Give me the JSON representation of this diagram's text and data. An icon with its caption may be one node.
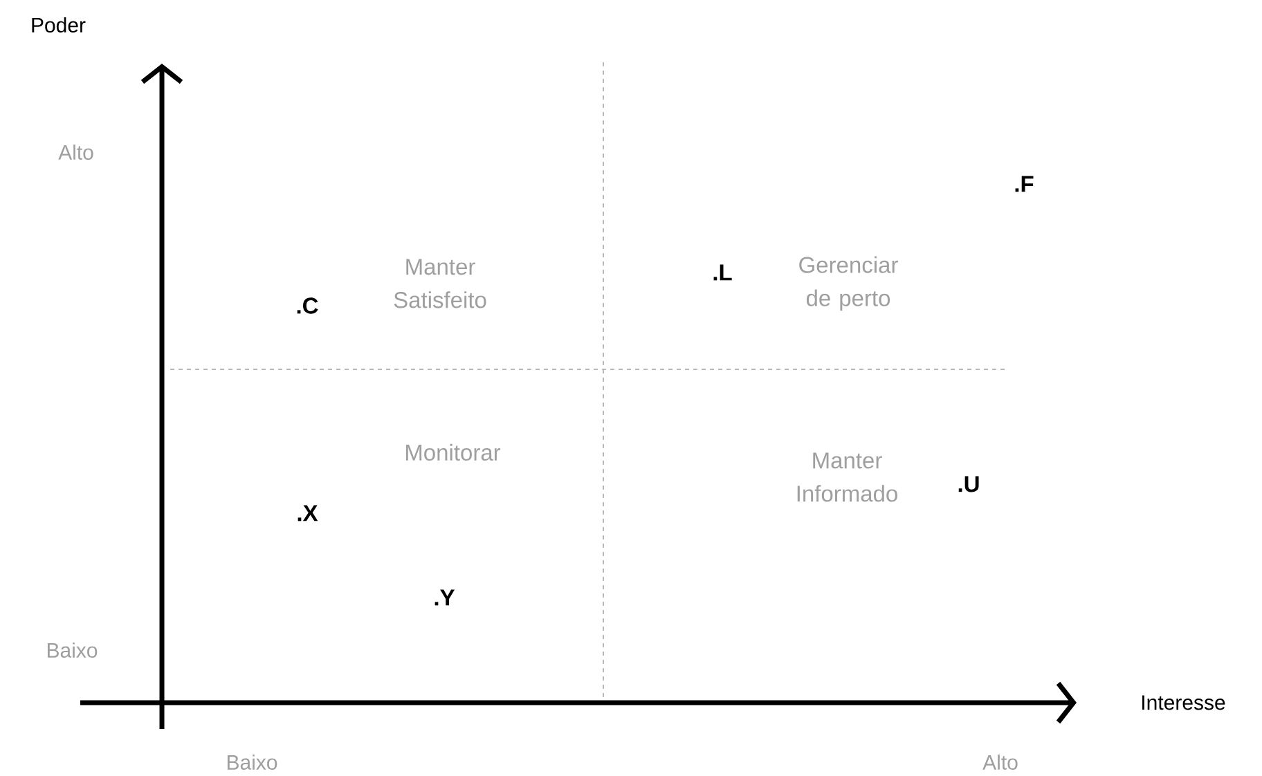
{
  "diagram": {
    "labels": [
      "Poder",
      "Alto",
      ".F",
      "Manter Satisfeito",
      ".L",
      "Gerenciar de perto",
      ".C",
      "Monitorar",
      "Manter Informado",
      ".U",
      ".X",
      ".Y",
      "Baixo",
      "Interesse",
      "Baixo",
      "Alto"
    ]
  }
}
